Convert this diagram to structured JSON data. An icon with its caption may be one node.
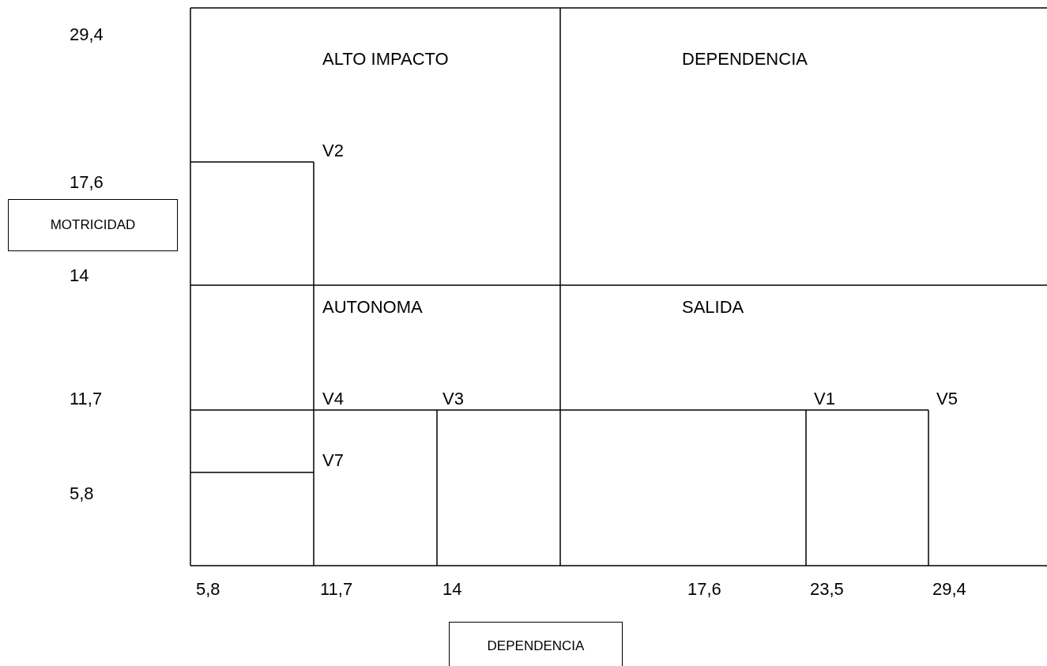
{
  "diagram": {
    "nodes": [
      {
        "text": [
          "MOTRICIDAD"
        ]
      },
      {
        "text": [
          "DEPENDENCIA"
        ]
      }
    ],
    "labels": [
      "29,4",
      "ALTO IMPACTO",
      "DEPENDENCIA",
      "V2",
      "17,6",
      "14",
      "AUTONOMA",
      "SALIDA",
      "11,7",
      "V4",
      "V3",
      "V1",
      "V5",
      "V7",
      "5,8",
      "5,8",
      "11,7",
      "14",
      "17,6",
      "23,5",
      "29,4"
    ]
  }
}
